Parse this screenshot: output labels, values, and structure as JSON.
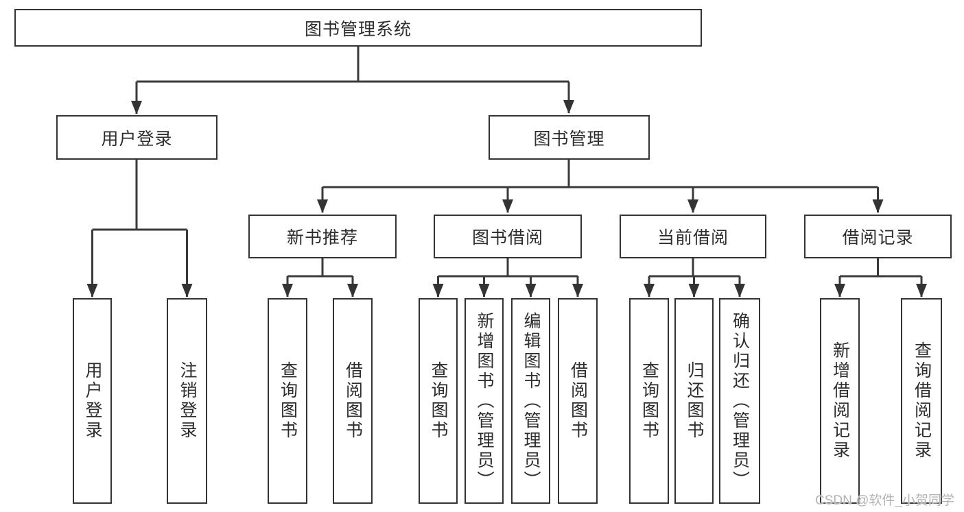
{
  "tree": {
    "root": {
      "label": "图书管理系统"
    },
    "user_login": {
      "label": "用户登录",
      "children": [
        {
          "label": "用户登录"
        },
        {
          "label": "注销登录"
        }
      ]
    },
    "book_mgmt": {
      "label": "图书管理",
      "sections": [
        {
          "label": "新书推荐",
          "children": [
            {
              "label": "查询图书"
            },
            {
              "label": "借阅图书"
            }
          ]
        },
        {
          "label": "图书借阅",
          "children": [
            {
              "label": "查询图书"
            },
            {
              "label": "新增图书（管理员）"
            },
            {
              "label": "编辑图书（管理员）"
            },
            {
              "label": "借阅图书"
            }
          ]
        },
        {
          "label": "当前借阅",
          "children": [
            {
              "label": "查询图书"
            },
            {
              "label": "归还图书"
            },
            {
              "label": "确认归还（管理员）"
            }
          ]
        },
        {
          "label": "借阅记录",
          "children": [
            {
              "label": "新增借阅记录"
            },
            {
              "label": "查询借阅记录"
            }
          ]
        }
      ]
    }
  },
  "watermark": "CSDN @软件_小贺同学",
  "colors": {
    "line": "#333333",
    "text": "#2d2d2d",
    "watermark_text": "#b3b3b3",
    "background": "#ffffff"
  }
}
